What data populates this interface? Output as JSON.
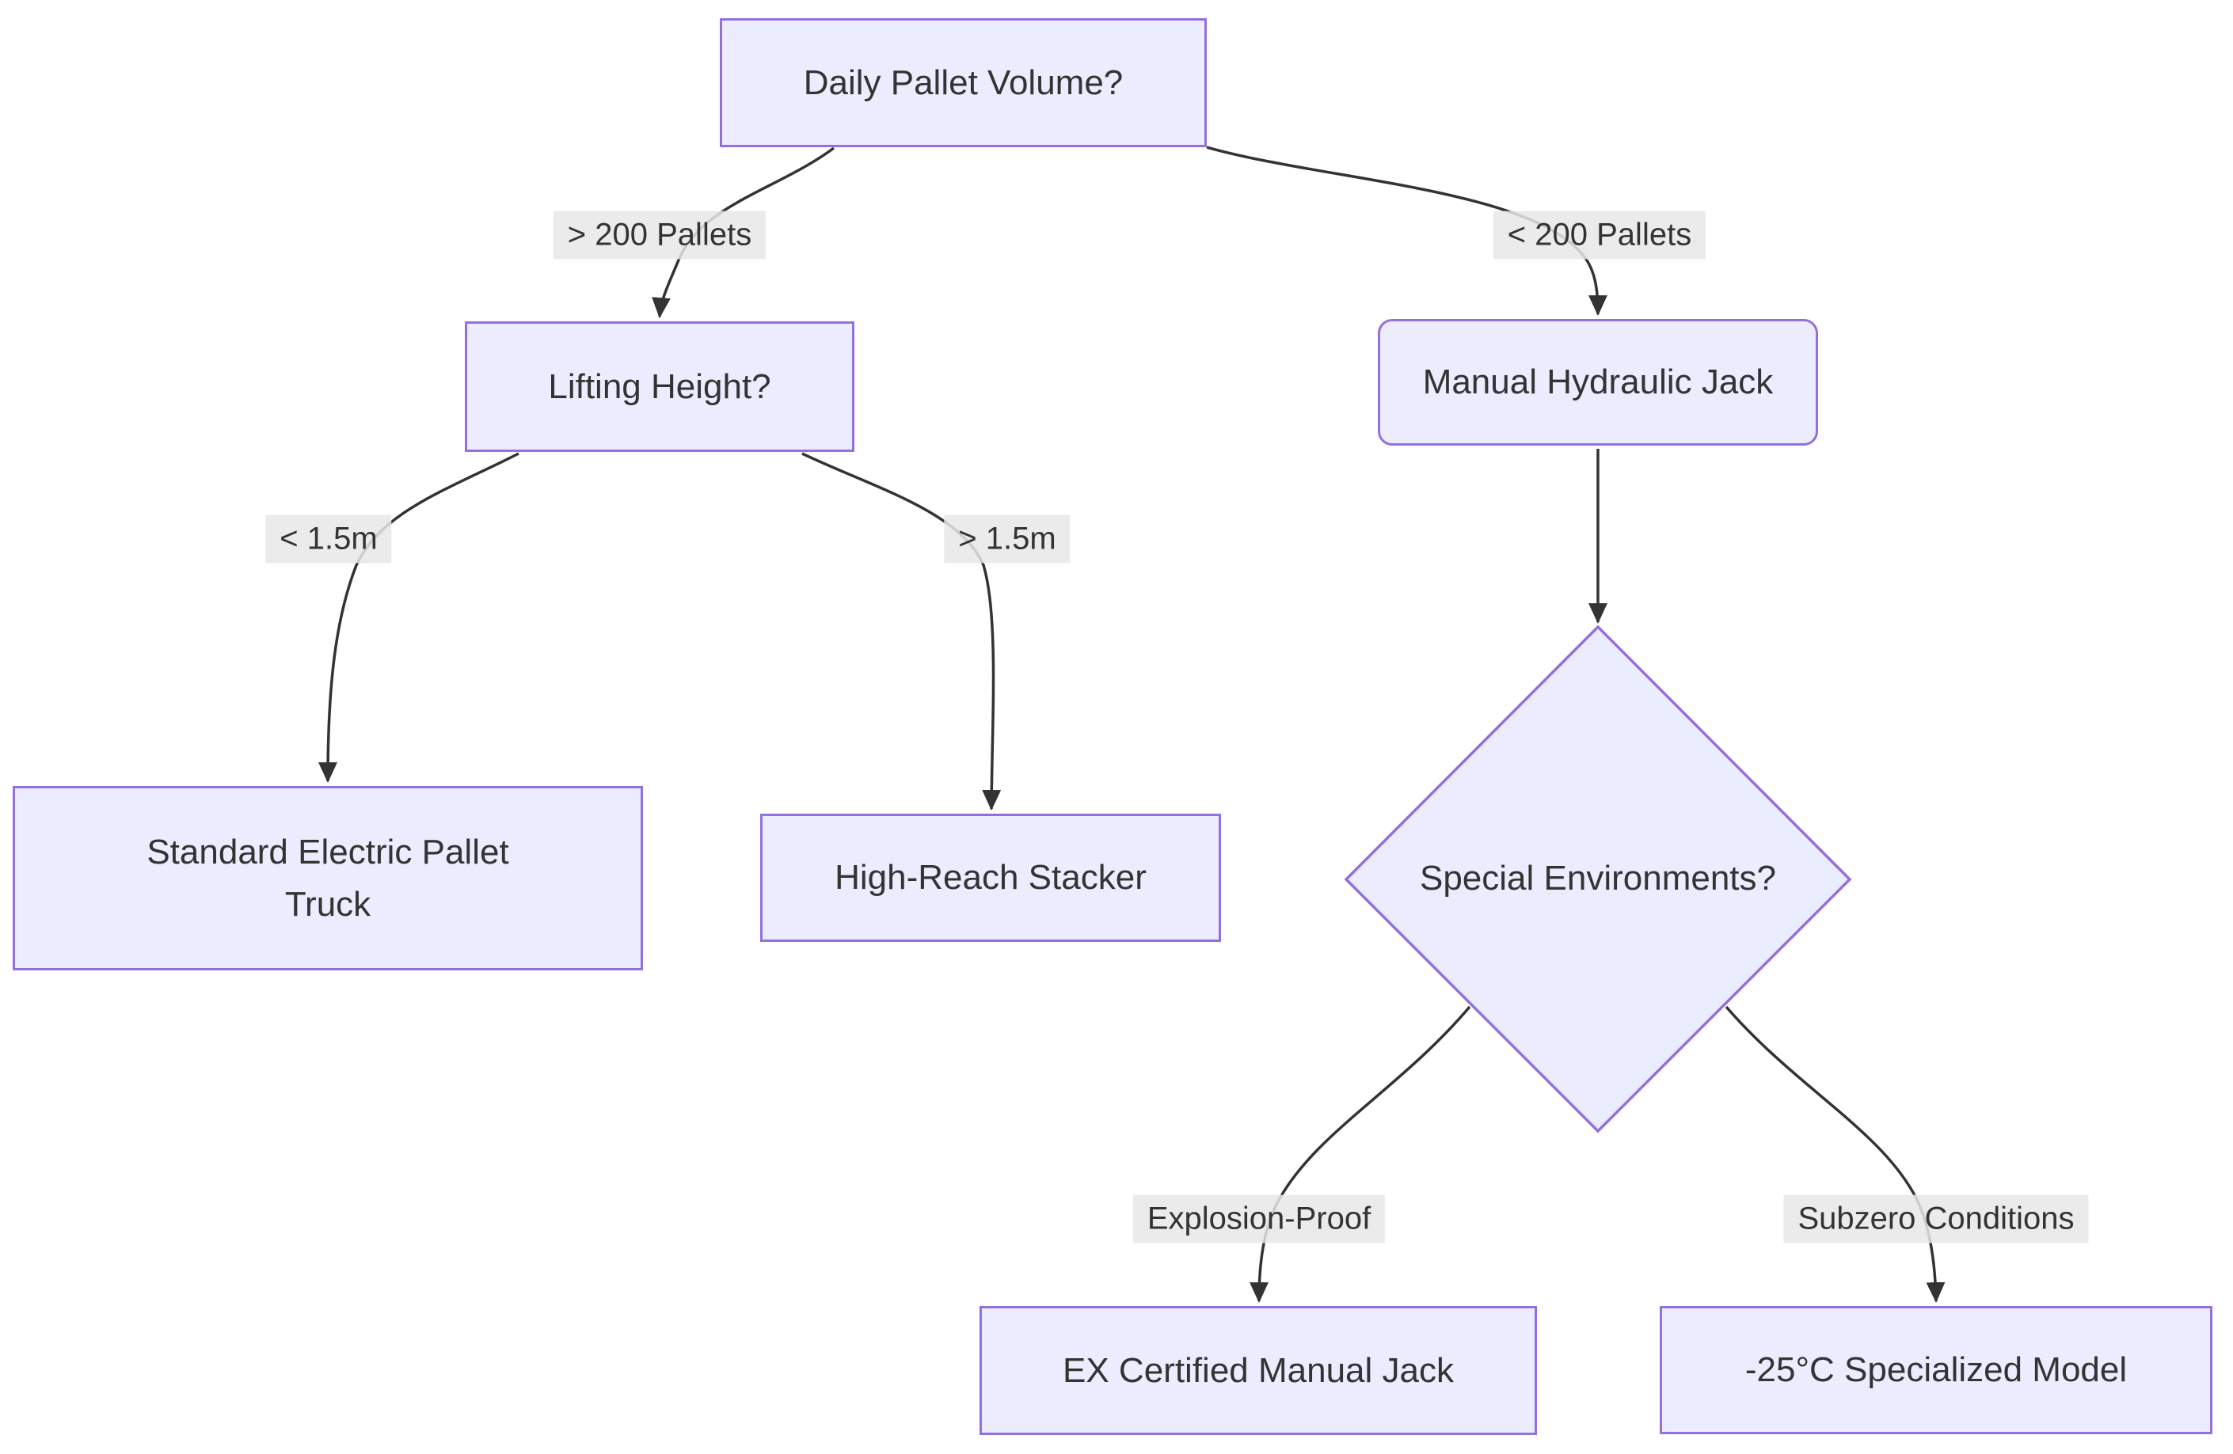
{
  "diagram": {
    "type": "flowchart-decision-tree",
    "background": "#ffffff",
    "colors": {
      "node_fill": "#ECECFF",
      "node_border": "#9370DB",
      "edge_label_bg": "#e8e8e8",
      "text": "#333333",
      "line": "#333333"
    },
    "nodes": {
      "daily_volume": {
        "label": "Daily Pallet Volume?",
        "shape": "rectangle"
      },
      "lifting_height": {
        "label": "Lifting Height?",
        "shape": "rectangle"
      },
      "manual_jack": {
        "label": "Manual Hydraulic Jack",
        "shape": "rounded-rectangle"
      },
      "standard_electric": {
        "label": "Standard Electric Pallet\nTruck",
        "shape": "rectangle"
      },
      "high_reach": {
        "label": "High-Reach Stacker",
        "shape": "rectangle"
      },
      "special_env": {
        "label": "Special Environments?",
        "shape": "diamond"
      },
      "ex_certified": {
        "label": "EX Certified Manual Jack",
        "shape": "rectangle"
      },
      "subzero_model": {
        "label": "-25°C Specialized Model",
        "shape": "rectangle"
      }
    },
    "edge_labels": {
      "gt200": "> 200 Pallets",
      "lt200": "< 200 Pallets",
      "lt15m": "< 1.5m",
      "gt15m": "> 1.5m",
      "explosion": "Explosion-Proof",
      "subzero": "Subzero Conditions"
    },
    "edges": [
      {
        "from": "daily_volume",
        "to": "lifting_height",
        "label": "> 200 Pallets"
      },
      {
        "from": "daily_volume",
        "to": "manual_jack",
        "label": "< 200 Pallets"
      },
      {
        "from": "lifting_height",
        "to": "standard_electric",
        "label": "< 1.5m"
      },
      {
        "from": "lifting_height",
        "to": "high_reach",
        "label": "> 1.5m"
      },
      {
        "from": "manual_jack",
        "to": "special_env",
        "label": ""
      },
      {
        "from": "special_env",
        "to": "ex_certified",
        "label": "Explosion-Proof"
      },
      {
        "from": "special_env",
        "to": "subzero_model",
        "label": "Subzero Conditions"
      }
    ]
  }
}
